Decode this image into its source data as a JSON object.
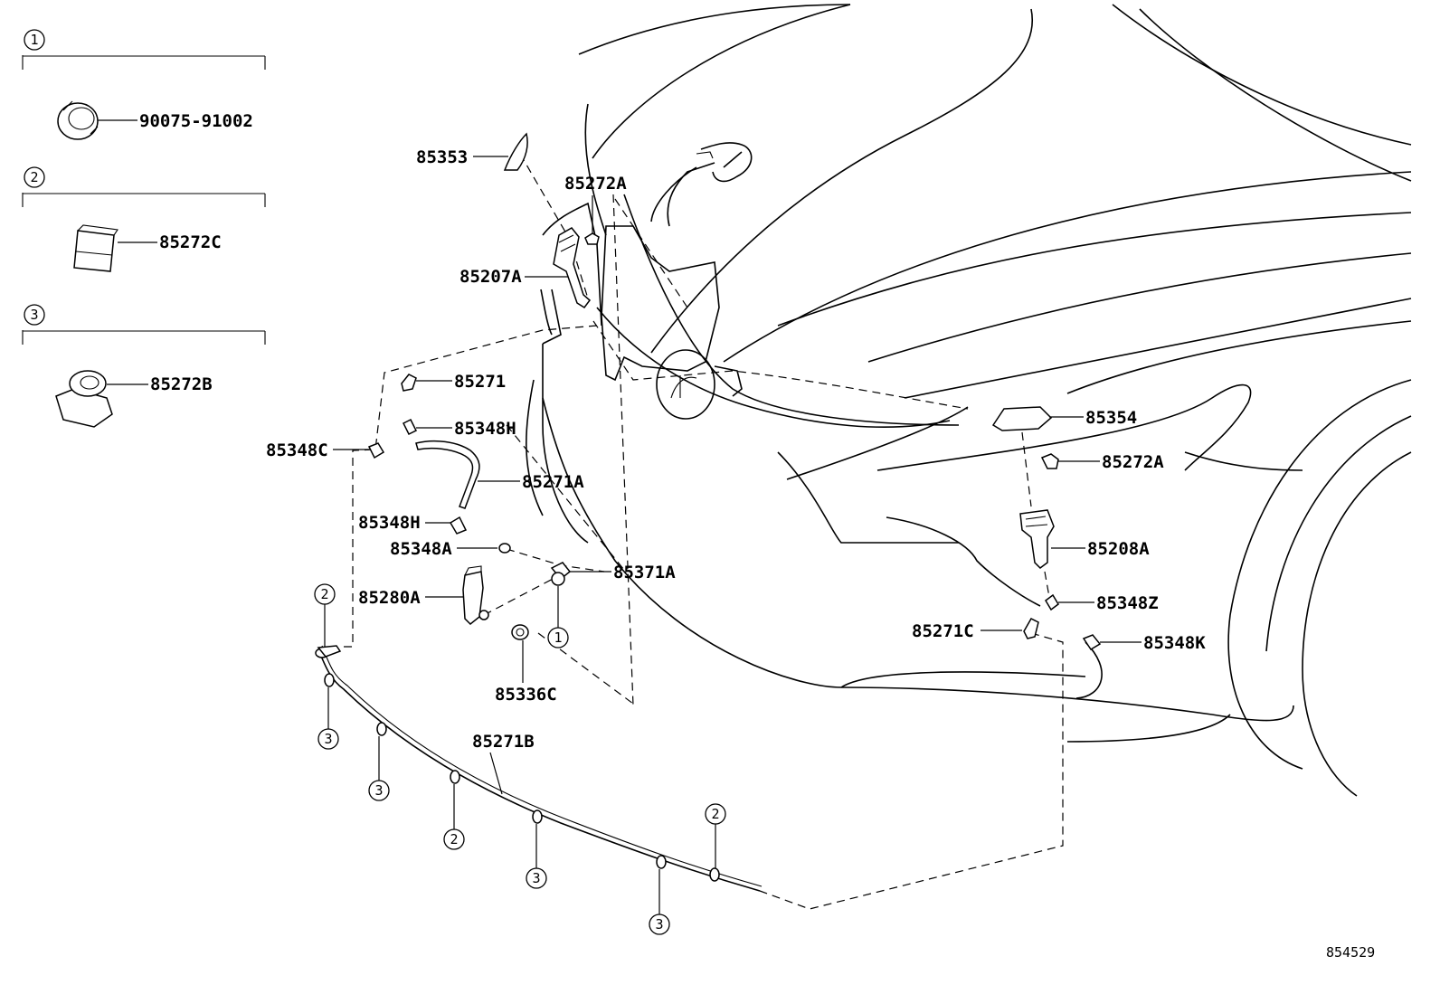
{
  "legend": [
    {
      "key": "1",
      "part": "90075-91002"
    },
    {
      "key": "2",
      "part": "85272C"
    },
    {
      "key": "3",
      "part": "85272B"
    }
  ],
  "labels": {
    "p85353": "85353",
    "p85272A_top": "85272A",
    "p85207A": "85207A",
    "p85271": "85271",
    "p85348H_top": "85348H",
    "p85348C": "85348C",
    "p85271A": "85271A",
    "p85348H_low": "85348H",
    "p85348A": "85348A",
    "p85371A": "85371A",
    "p85280A": "85280A",
    "p85336C": "85336C",
    "p85271B": "85271B",
    "p85354": "85354",
    "p85272A_right": "85272A",
    "p85208A": "85208A",
    "p85348Z": "85348Z",
    "p85271C": "85271C",
    "p85348K": "85348K"
  },
  "callouts": {
    "c1": "1",
    "c2": "2",
    "c3": "3"
  },
  "figure_number": "854529"
}
